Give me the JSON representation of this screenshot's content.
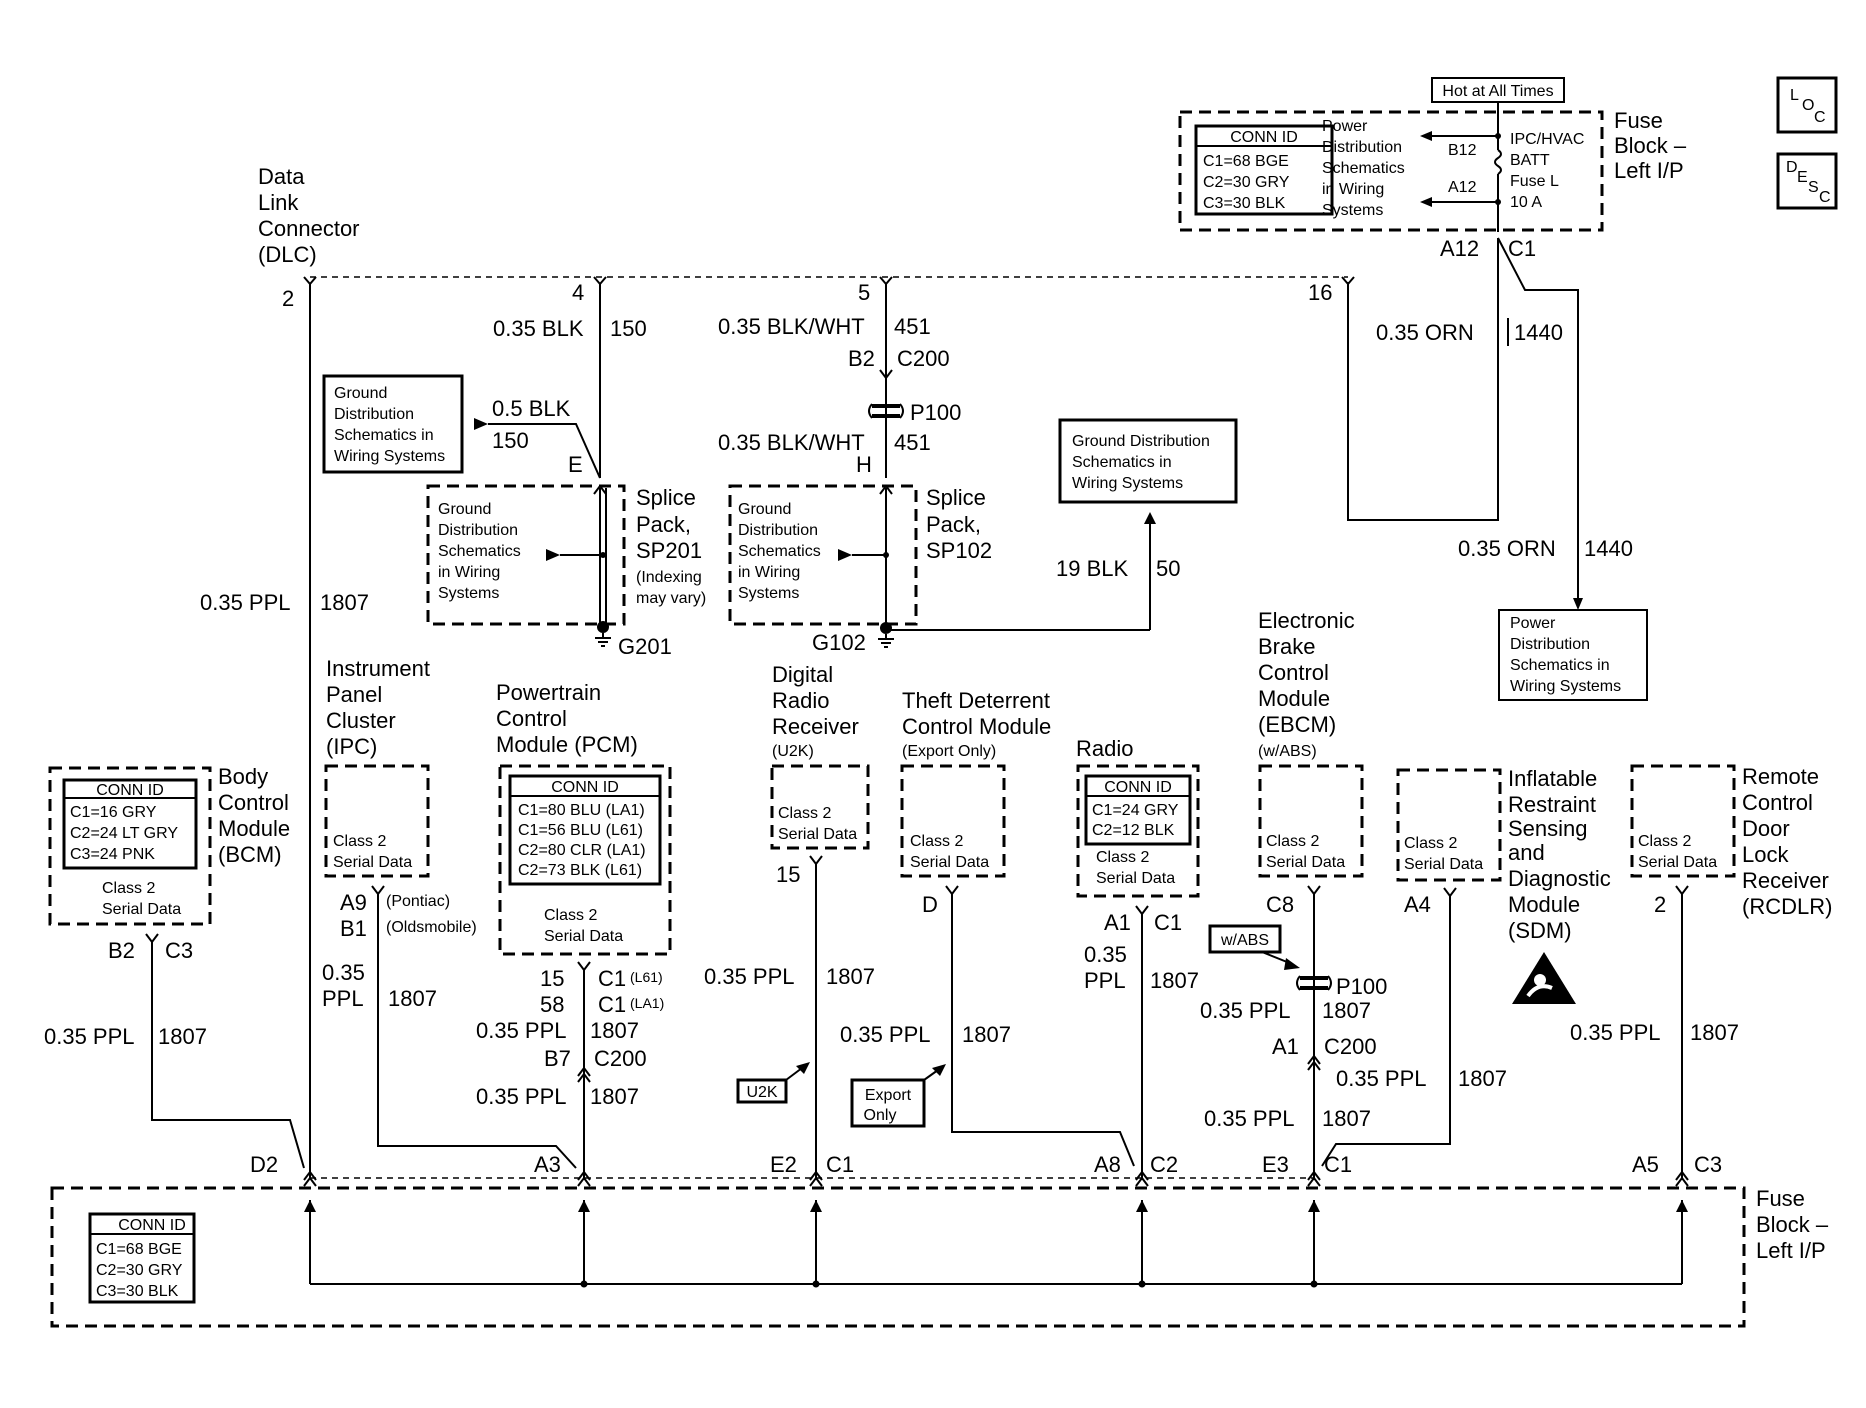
{
  "icons": {
    "loc": "loc-icon",
    "desc": "desc-icon",
    "airbag": "airbag-warning-icon",
    "ground": "ground-symbol-icon"
  },
  "loc": {
    "l": "L",
    "o": "O",
    "c": "C"
  },
  "desc": {
    "d": "D",
    "e": "E",
    "s": "S",
    "c": "C"
  },
  "hot": "Hot at All Times",
  "fuse_top": {
    "l1": "Fuse",
    "l2": "Block –",
    "l3": "Left I/P",
    "conn_title": "CONN ID",
    "c1": "C1=68 BGE",
    "c2": "C2=30 GRY",
    "c3": "C3=30 BLK",
    "pd1": "Power",
    "pd2": "Distribution",
    "pd3": "Schematics",
    "pd4": "in Wiring",
    "pd5": "Systems",
    "b12": "B12",
    "a12": "A12",
    "f1": "IPC/HVAC",
    "f2": "BATT",
    "f3": "Fuse L",
    "f4": "10 A",
    "pa12": "A12",
    "pc1": "C1"
  },
  "dlc": {
    "l1": "Data",
    "l2": "Link",
    "l3": "Connector",
    "l4": "(DLC)",
    "p2": "2",
    "p4": "4",
    "p5": "5",
    "p16": "16"
  },
  "w_dlc": {
    "size": "0.35 PPL",
    "circuit": "1807"
  },
  "w_4": {
    "size": "0.35 BLK",
    "circuit": "150"
  },
  "w_5a": {
    "size": "0.35 BLK/WHT",
    "circuit": "451"
  },
  "c200_top": {
    "b2": "B2",
    "c200": "C200"
  },
  "p100_top": "P100",
  "w_5b": {
    "size": "0.35 BLK/WHT",
    "circuit": "451"
  },
  "w_orn1": {
    "size": "0.35 ORN",
    "circuit": "1440"
  },
  "w_orn2": {
    "size": "0.35 ORN",
    "circuit": "1440"
  },
  "pd_bottom": {
    "l1": "Power",
    "l2": "Distribution",
    "l3": "Schematics in",
    "l4": "Wiring Systems"
  },
  "gnd_box1": {
    "l1": "Ground",
    "l2": "Distribution",
    "l3": "Schematics in",
    "l4": "Wiring Systems"
  },
  "w_05": {
    "size": "0.5 BLK",
    "circuit": "150"
  },
  "gnd_box2": {
    "l1": "Ground Distribution",
    "l2": "Schematics in",
    "l3": "Wiring Systems"
  },
  "w_19": {
    "size": "19 BLK",
    "circuit": "50"
  },
  "sp201": {
    "pin": "E",
    "g1": "Ground",
    "g2": "Distribution",
    "g3": "Schematics",
    "g4": "in Wiring",
    "g5": "Systems",
    "n1": "Splice",
    "n2": "Pack,",
    "n3": "SP201",
    "n4": "(Indexing",
    "n5": "may vary)",
    "ground": "G201"
  },
  "sp102": {
    "pin": "H",
    "g1": "Ground",
    "g2": "Distribution",
    "g3": "Schematics",
    "g4": "in Wiring",
    "g5": "Systems",
    "n1": "Splice",
    "n2": "Pack,",
    "n3": "SP102",
    "ground": "G102"
  },
  "bcm": {
    "n1": "Body",
    "n2": "Control",
    "n3": "Module",
    "n4": "(BCM)",
    "conn_title": "CONN ID",
    "c1": "C1=16 GRY",
    "c2": "C2=24 LT GRY",
    "c3": "C3=24 PNK",
    "cl1": "Class 2",
    "cl2": "Serial Data",
    "pb": "B2",
    "pc": "C3",
    "size": "0.35 PPL",
    "circuit": "1807"
  },
  "ipc": {
    "n1": "Instrument",
    "n2": "Panel",
    "n3": "Cluster",
    "n4": "(IPC)",
    "cl1": "Class 2",
    "cl2": "Serial Data",
    "a9": "A9",
    "b1": "B1",
    "pontiac": "(Pontiac)",
    "olds": "(Oldsmobile)",
    "s1": "0.35",
    "s2": "PPL",
    "circuit": "1807"
  },
  "pcm": {
    "n1": "Powertrain",
    "n2": "Control",
    "n3": "Module (PCM)",
    "conn_title": "CONN ID",
    "c1": "C1=80 BLU (LA1)",
    "c2": "C1=56 BLU (L61)",
    "c3": "C2=80 CLR (LA1)",
    "c4": "C2=73 BLK (L61)",
    "cl1": "Class 2",
    "cl2": "Serial Data",
    "p15": "15",
    "p58": "58",
    "c1a": "C1",
    "l61": "(L61)",
    "c1b": "C1",
    "la1": "(LA1)",
    "size1": "0.35 PPL",
    "circuit1": "1807",
    "b7": "B7",
    "c200": "C200",
    "size2": "0.35 PPL",
    "circuit2": "1807"
  },
  "u2k": {
    "n1": "Digital",
    "n2": "Radio",
    "n3": "Receiver",
    "n4": "(U2K)",
    "cl1": "Class 2",
    "cl2": "Serial Data",
    "pin": "15",
    "size": "0.35 PPL",
    "circuit": "1807",
    "opt": "U2K"
  },
  "tdcm": {
    "n1": "Theft Deterrent",
    "n2": "Control Module",
    "n3": "(Export Only)",
    "cl1": "Class 2",
    "cl2": "Serial Data",
    "pin": "D",
    "size": "0.35 PPL",
    "circuit": "1807",
    "opt1": "Export",
    "opt2": "Only"
  },
  "radio": {
    "n1": "Radio",
    "conn_title": "CONN ID",
    "c1": "C1=24 GRY",
    "c2": "C2=12 BLK",
    "cl1": "Class 2",
    "cl2": "Serial Data",
    "pa": "A1",
    "pc": "C1",
    "s1": "0.35",
    "s2": "PPL",
    "circuit": "1807"
  },
  "ebcm": {
    "n1": "Electronic",
    "n2": "Brake",
    "n3": "Control",
    "n4": "Module",
    "n5": "(EBCM)",
    "n6": "(w/ABS)",
    "cl1": "Class 2",
    "cl2": "Serial Data",
    "pin": "C8",
    "opt": "w/ABS",
    "p100": "P100",
    "size1": "0.35 PPL",
    "circuit1": "1807",
    "a1": "A1",
    "c200": "C200",
    "size2": "0.35 PPL",
    "circuit2": "1807"
  },
  "sdm": {
    "n1": "Inflatable",
    "n2": "Restraint",
    "n3": "Sensing",
    "n4": "and",
    "n5": "Diagnostic",
    "n6": "Module",
    "n7": "(SDM)",
    "cl1": "Class 2",
    "cl2": "Serial Data",
    "pin": "A4",
    "size": "0.35 PPL",
    "circuit": "1807"
  },
  "rcdlr": {
    "n1": "Remote",
    "n2": "Control",
    "n3": "Door",
    "n4": "Lock",
    "n5": "Receiver",
    "n6": "(RCDLR)",
    "cl1": "Class 2",
    "cl2": "Serial Data",
    "pin": "2",
    "size": "0.35 PPL",
    "circuit": "1807"
  },
  "fuse_bot": {
    "l1": "Fuse",
    "l2": "Block –",
    "l3": "Left I/P",
    "conn_title": "CONN ID",
    "c1": "C1=68 BGE",
    "c2": "C2=30 GRY",
    "c3": "C3=30 BLK",
    "d2": "D2",
    "a3": "A3",
    "e2": "E2",
    "e2c": "C1",
    "a8": "A8",
    "a8c": "C2",
    "e3": "E3",
    "e3c": "C1",
    "a5": "A5",
    "a5c": "C3"
  }
}
